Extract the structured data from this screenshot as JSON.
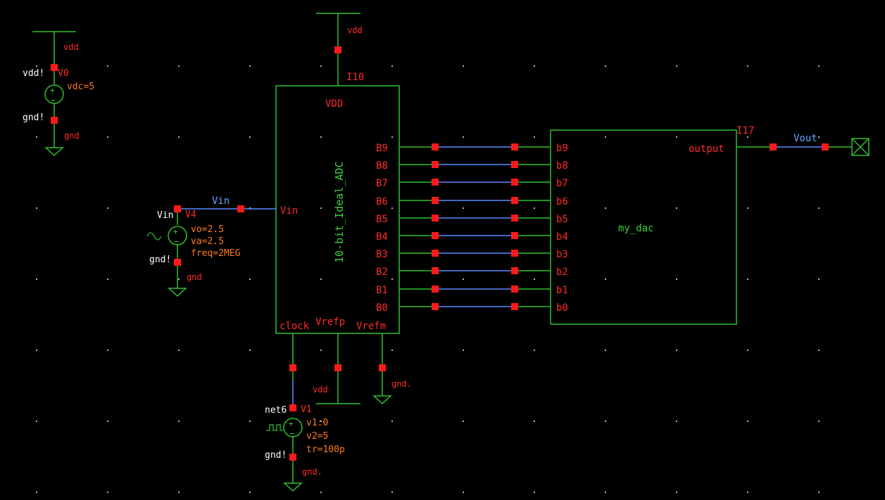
{
  "colors": {
    "background": "#000000",
    "wire_green": "#2fbf2f",
    "wire_blue": "#5b8cff",
    "pin_red": "#ff1a1a",
    "text_red": "#ff2a2a",
    "text_green": "#3ccf3c",
    "text_orange": "#ff7a1a",
    "text_white": "#ffffff",
    "text_blue": "#5fa8ff"
  },
  "adc": {
    "instance": "I10",
    "cell": "10-bit_Ideal_ADC",
    "pin_vdd": "VDD",
    "pin_vin": "Vin",
    "pin_clock": "clock",
    "pin_vrefp": "Vrefp",
    "pin_vrefm": "Vrefm",
    "outputs": [
      "B9",
      "B8",
      "B7",
      "B6",
      "B5",
      "B4",
      "B3",
      "B2",
      "B1",
      "B0"
    ],
    "vdd_net": "vdd"
  },
  "dac": {
    "instance": "I17",
    "cell": "my_dac",
    "pin_output": "output",
    "inputs": [
      "b9",
      "b8",
      "b7",
      "b6",
      "b5",
      "b4",
      "b3",
      "b2",
      "b1",
      "b0"
    ]
  },
  "vout": {
    "net": "Vout"
  },
  "v0": {
    "instance": "V0",
    "top_net": "vdd",
    "top_global": "vdd!",
    "param": "vdc=5",
    "bottom_global": "gnd!",
    "bottom_net": "gnd"
  },
  "v4": {
    "instance": "V4",
    "wire_net": "Vin",
    "top_net": "Vin",
    "params": [
      "vo=2.5",
      "va=2.5",
      "freq=2MEG"
    ],
    "bottom_global": "gnd!",
    "bottom_net": "gnd"
  },
  "v1": {
    "instance": "V1",
    "top_net": "net6",
    "params": [
      "v1:0",
      "v2=5",
      "tr=100p"
    ],
    "bottom_global": "gnd!",
    "bottom_net": "gnd."
  },
  "vrefp_net": "vdd",
  "vrefm_net": "gnd."
}
